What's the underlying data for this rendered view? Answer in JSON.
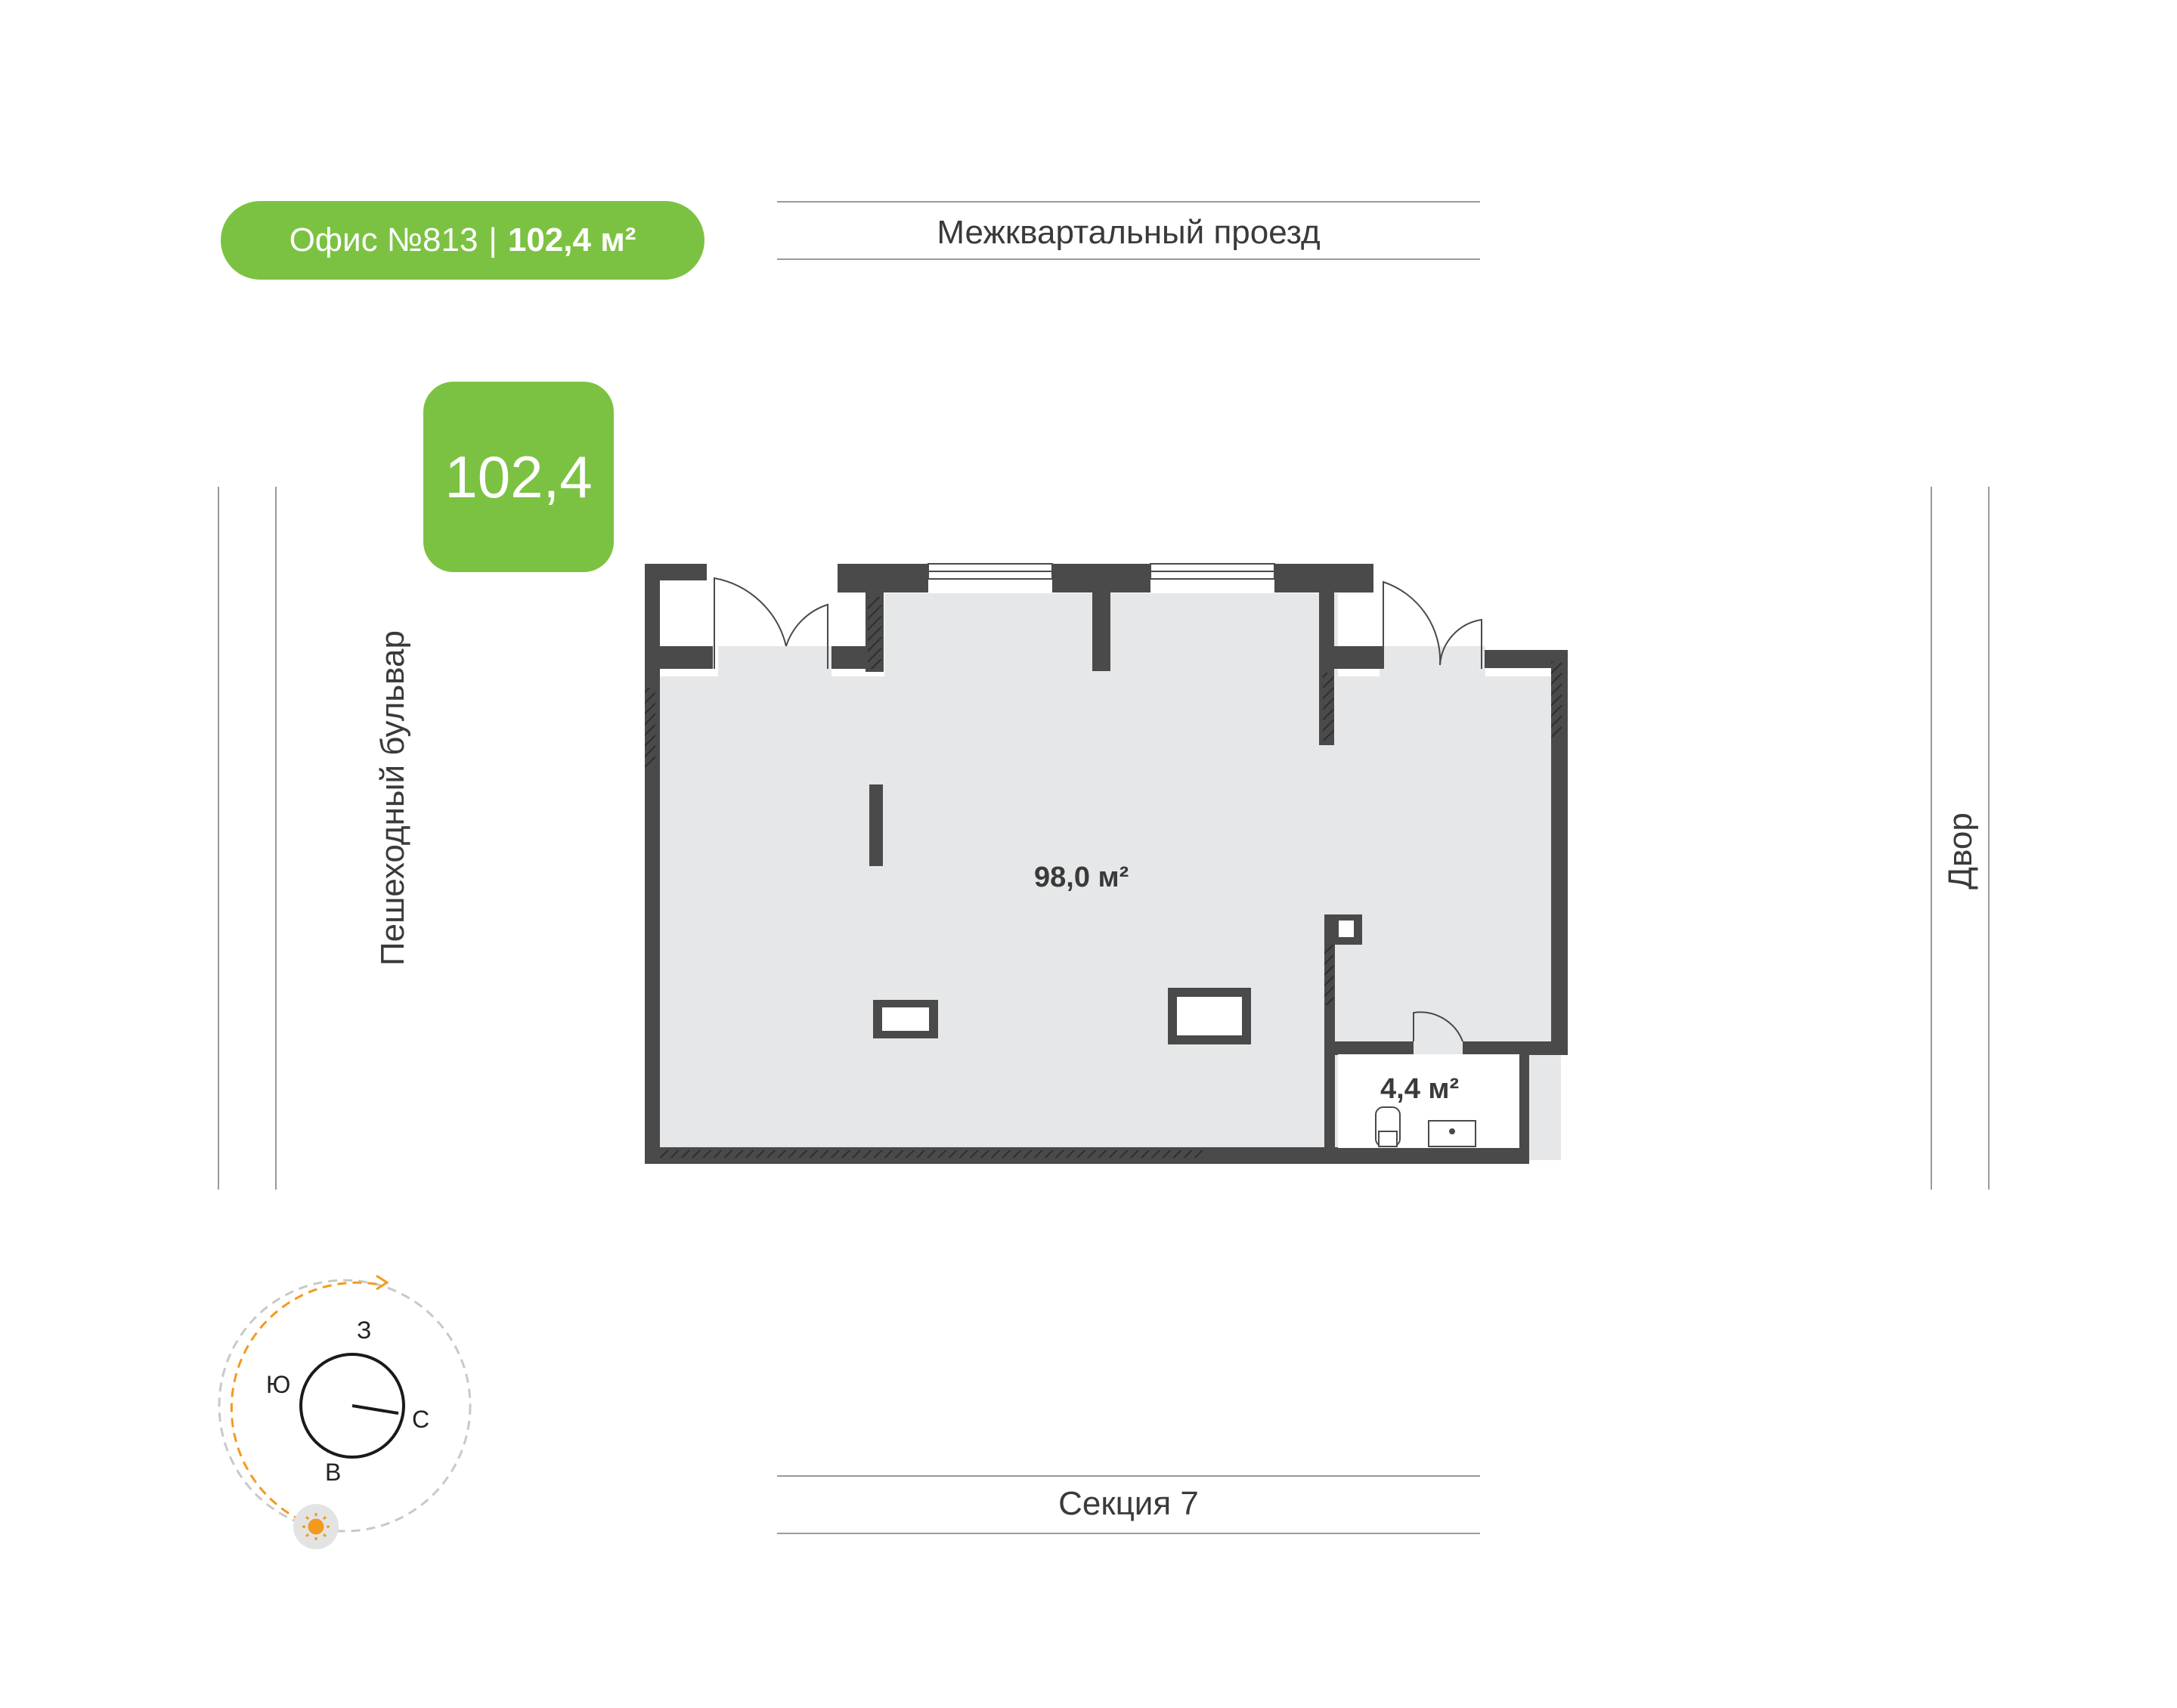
{
  "office_badge": {
    "name": "Офис №813",
    "separator": "|",
    "area": "102,4 м²"
  },
  "area_badge": {
    "value": "102,4"
  },
  "streets": {
    "top": "Межквартальный проезд",
    "bottom": "Секция 7",
    "left": "Пешеходный бульвар",
    "right": "Двор"
  },
  "rooms": [
    {
      "area": "98,0 м²"
    },
    {
      "area": "4,4 м²"
    }
  ],
  "compass": {
    "north": "С",
    "south": "Ю",
    "east": "В",
    "west": "З"
  },
  "colors": {
    "accent": "#7cc242",
    "wall": "#4a4a4a",
    "floor": "#e6e7e8",
    "sun_path": "#f29a1f"
  }
}
